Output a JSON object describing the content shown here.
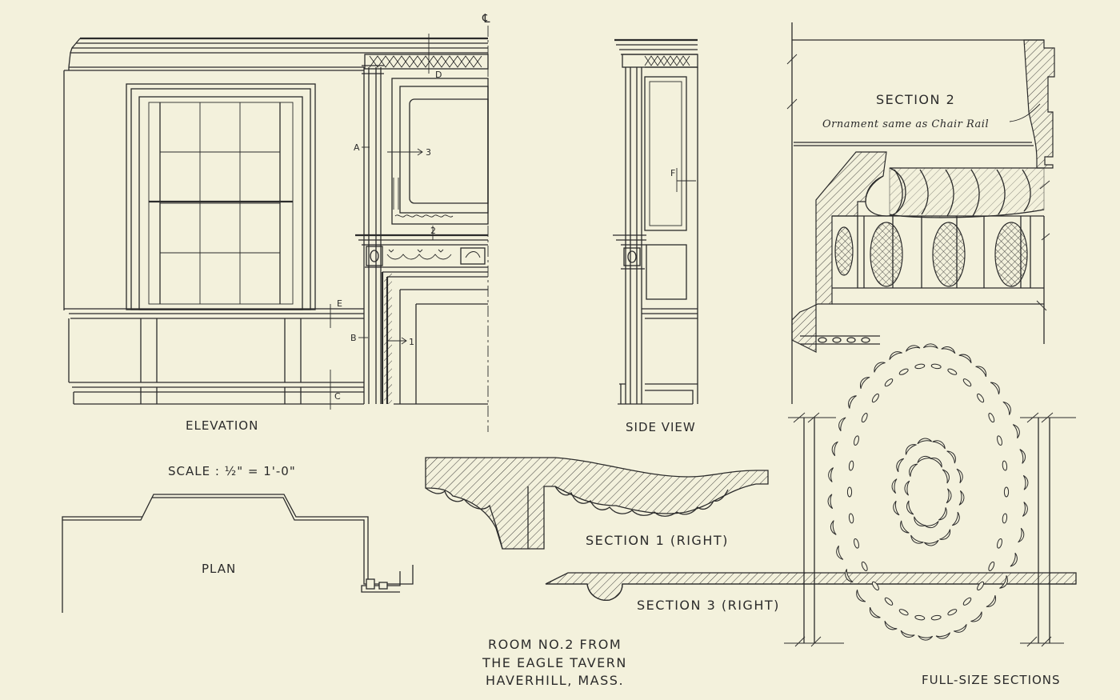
{
  "labels": {
    "elevation": "ELEVATION",
    "side_view": "SIDE VIEW",
    "scale": "SCALE : ½\" = 1'-0\"",
    "plan": "PLAN",
    "section_1": "SECTION 1  (RIGHT)",
    "section_2": "SECTION 2",
    "section_2_note": "Ornament same as Chair Rail",
    "section_3": "SECTION 3 (RIGHT)",
    "title_line_1": "ROOM NO.2 FROM",
    "title_line_2": "THE EAGLE TAVERN",
    "title_line_3": "HAVERHILL, MASS.",
    "full_size": "FULL-SIZE SECTIONS",
    "centerline": "℄"
  },
  "markers": {
    "a": "A",
    "b": "B",
    "c": "C",
    "d": "D",
    "e": "E",
    "f": "F",
    "n1": "1",
    "n2": "2",
    "n3": "3"
  },
  "colors": {
    "paper": "#f3f1dc",
    "ink": "#2b2b2b"
  }
}
